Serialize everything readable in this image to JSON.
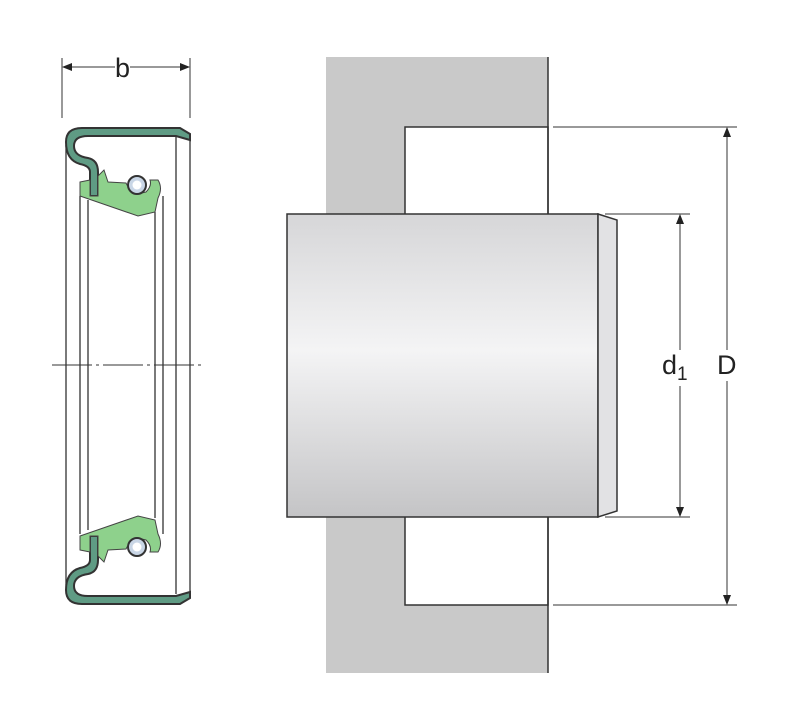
{
  "labels": {
    "width_dimension": "b",
    "shaft_diameter": "d",
    "shaft_diameter_subscript": "1",
    "bore_diameter": "D"
  },
  "colors": {
    "housing": "#c9c9c9",
    "seal_case": "#5f9b84",
    "seal_lip": "#8ed18c",
    "spring": "#c9d6e6",
    "outline": "#333333"
  }
}
